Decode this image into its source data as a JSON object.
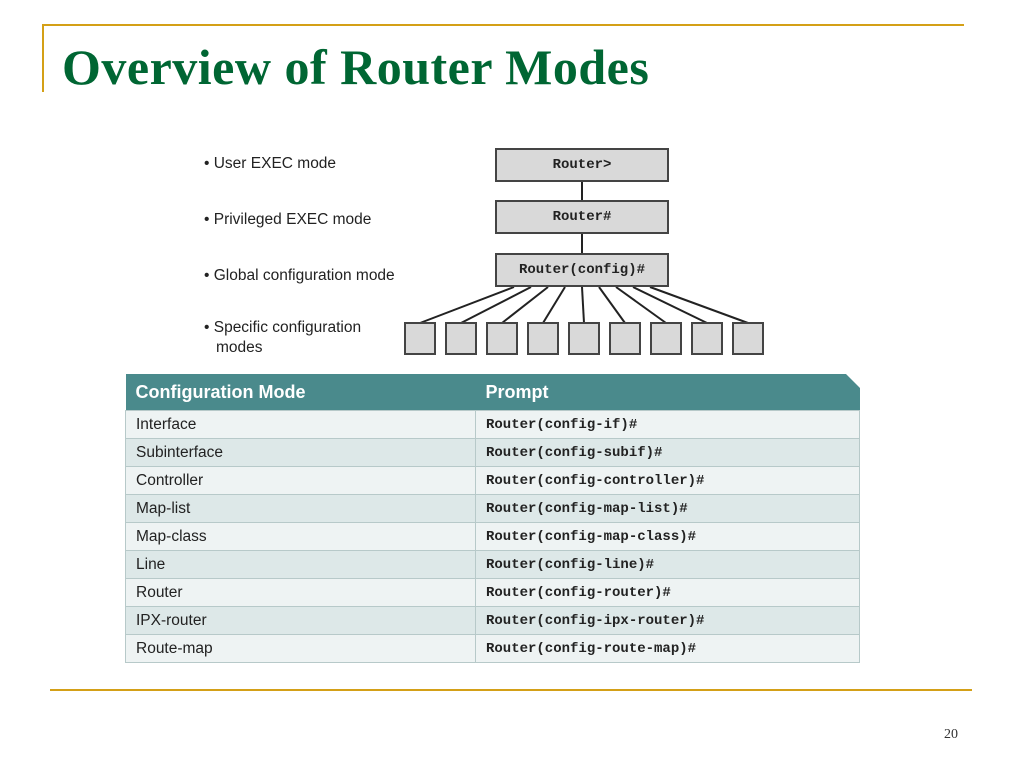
{
  "slide": {
    "title": "Overview of  Router Modes",
    "page_number": "20",
    "accent_color": "#d4a017",
    "title_color": "#006633"
  },
  "modes": {
    "bullets": [
      "• User EXEC mode",
      "• Privileged EXEC mode",
      "• Global configuration mode",
      "• Specific configuration",
      "modes"
    ],
    "prompts": {
      "user": "Router>",
      "privileged": "Router#",
      "global": "Router(config)#"
    },
    "specific_box_count": 9
  },
  "table": {
    "header_color": "#4a8a8c",
    "columns": [
      "Configuration Mode",
      "Prompt"
    ],
    "rows": [
      [
        "Interface",
        "Router(config-if)#"
      ],
      [
        "Subinterface",
        "Router(config-subif)#"
      ],
      [
        "Controller",
        "Router(config-controller)#"
      ],
      [
        "Map-list",
        "Router(config-map-list)#"
      ],
      [
        "Map-class",
        "Router(config-map-class)#"
      ],
      [
        "Line",
        "Router(config-line)#"
      ],
      [
        "Router",
        "Router(config-router)#"
      ],
      [
        "IPX-router",
        "Router(config-ipx-router)#"
      ],
      [
        "Route-map",
        "Router(config-route-map)#"
      ]
    ]
  }
}
